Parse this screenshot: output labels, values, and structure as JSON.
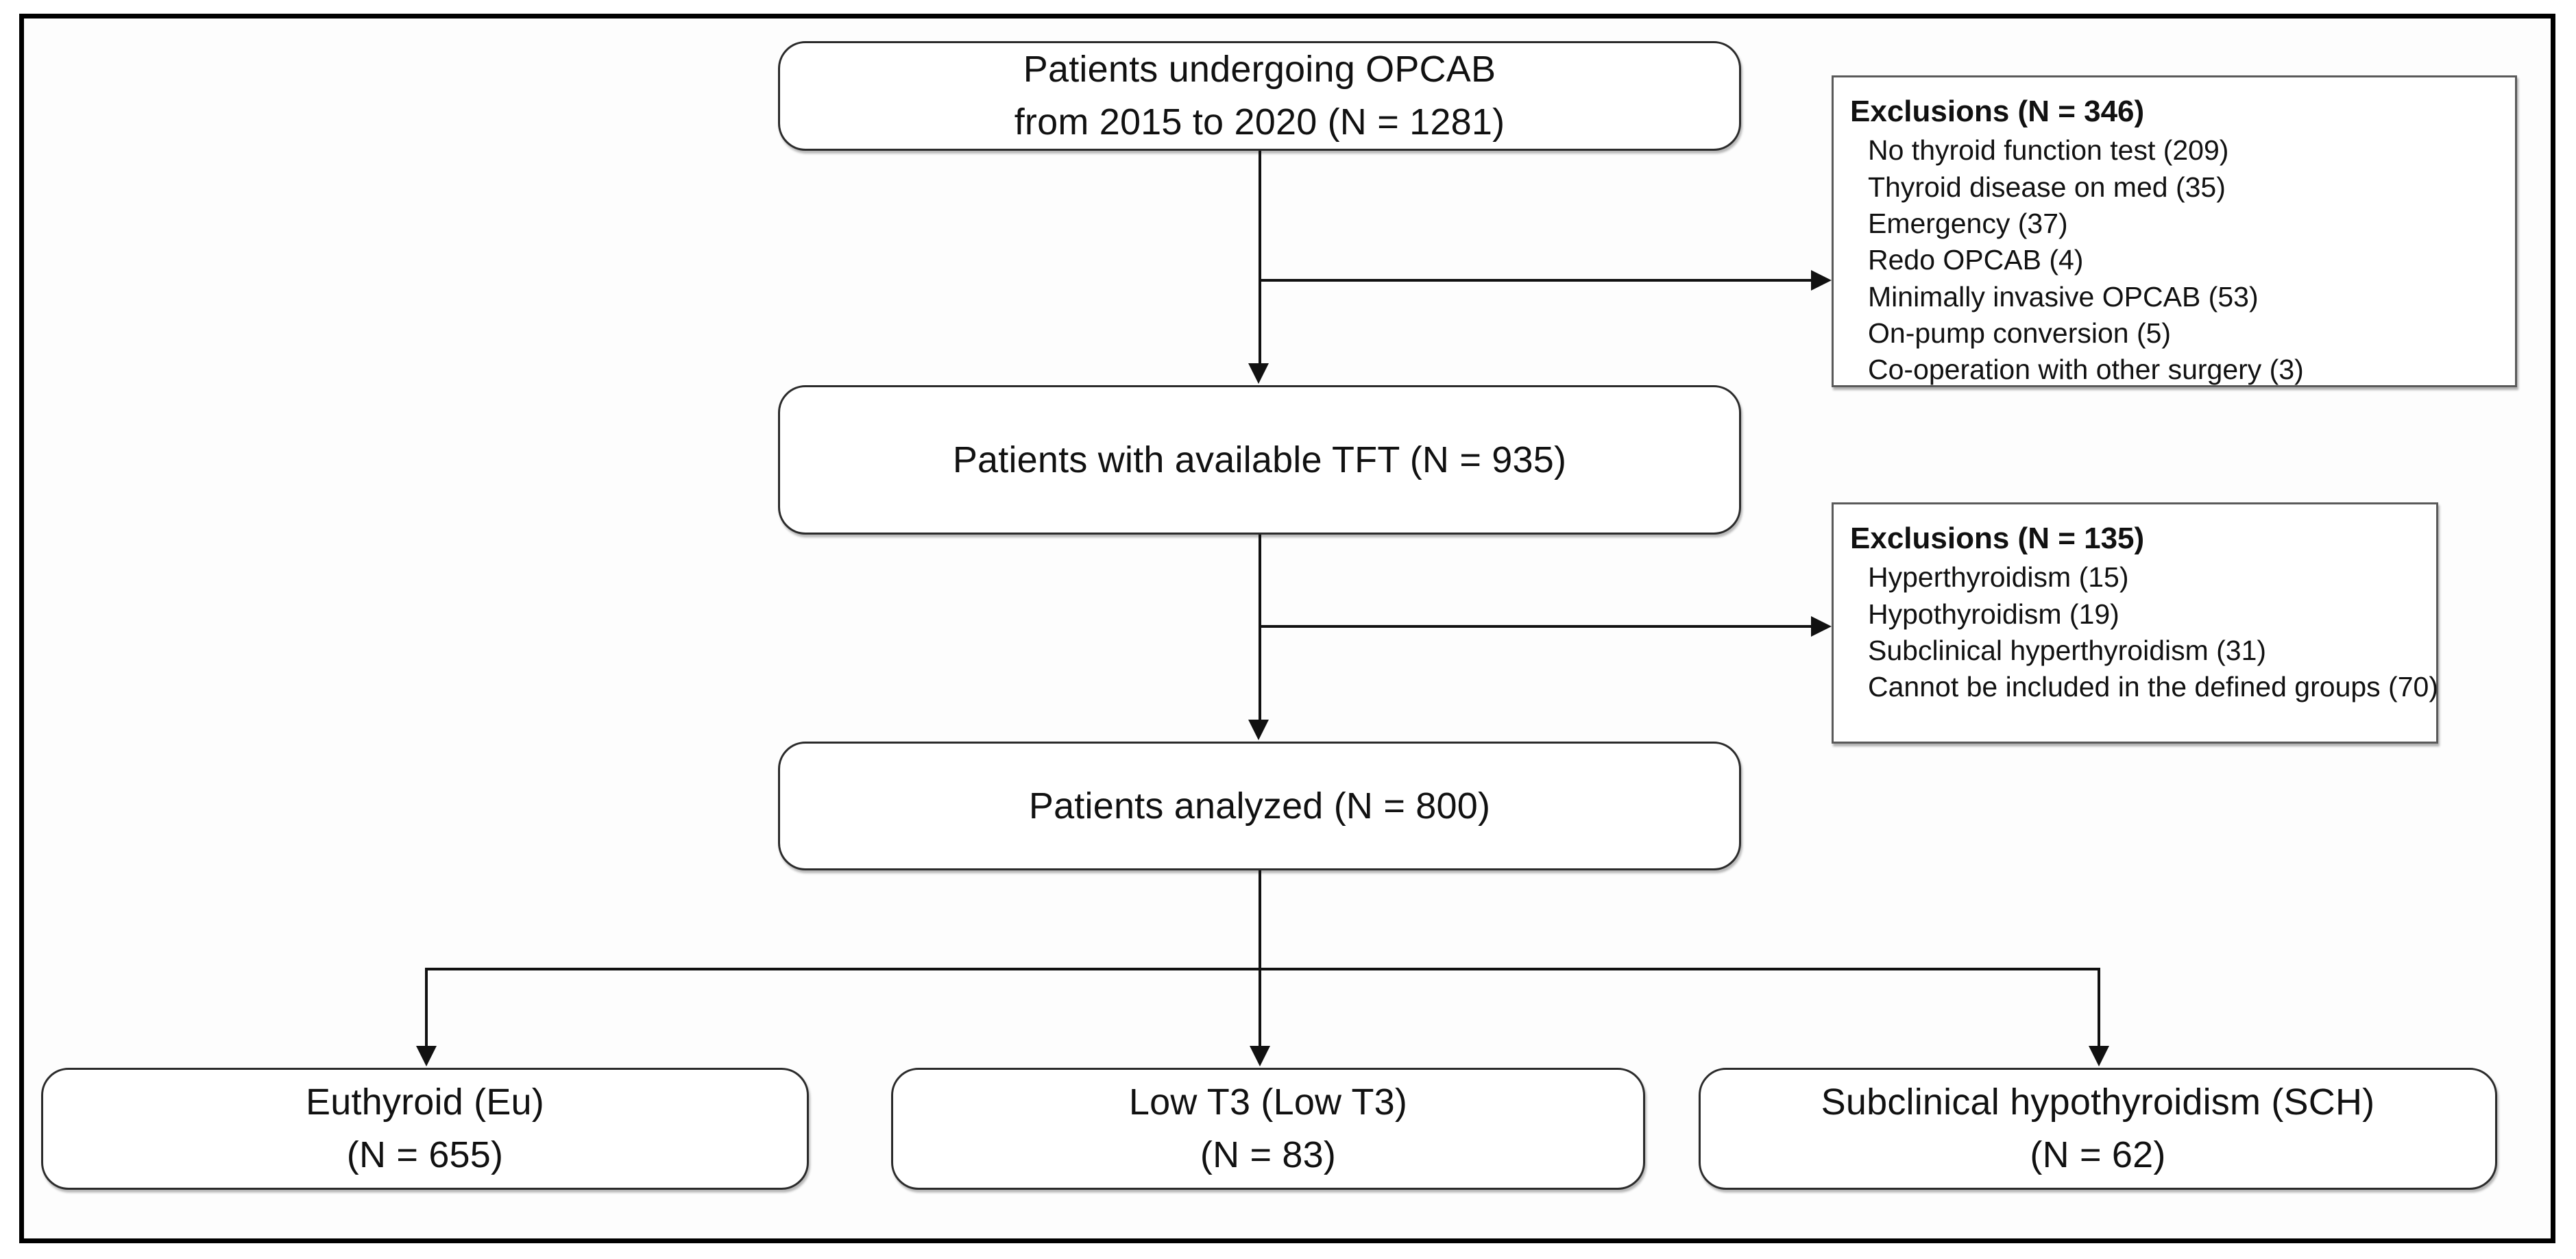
{
  "diagram": {
    "title": "Patient selection flow diagram",
    "nodes": {
      "enrolled": {
        "line1": "Patients undergoing OPCAB",
        "line2": "from 2015 to 2020 (N = 1281)"
      },
      "tft_available": {
        "line1": "Patients with available TFT (N = 935)"
      },
      "analyzed": {
        "line1": "Patients analyzed (N = 800)"
      },
      "group_euthyroid": {
        "line1": "Euthyroid (Eu)",
        "line2": "(N = 655)"
      },
      "group_low_t3": {
        "line1": "Low T3 (Low T3)",
        "line2": "(N = 83)"
      },
      "group_sch": {
        "line1": "Subclinical hypothyroidism (SCH)",
        "line2": "(N = 62)"
      }
    },
    "exclusions_1": {
      "title": "Exclusions (N = 346)",
      "items": [
        "No thyroid function test (209)",
        "Thyroid disease on med (35)",
        "Emergency (37)",
        "Redo OPCAB (4)",
        "Minimally invasive OPCAB (53)",
        "On-pump conversion (5)",
        "Co-operation with other surgery (3)"
      ]
    },
    "exclusions_2": {
      "title": "Exclusions (N = 135)",
      "items": [
        "Hyperthyroidism (15)",
        "Hypothyroidism (19)",
        "Subclinical hyperthyroidism (31)",
        "Cannot be included in the defined groups (70)"
      ]
    },
    "colors": {
      "frame": "#000000",
      "node_border": "#2b2b2b",
      "excl_border": "#5a5a5a",
      "connector": "#111111",
      "text": "#111111",
      "background": "#ffffff"
    }
  }
}
